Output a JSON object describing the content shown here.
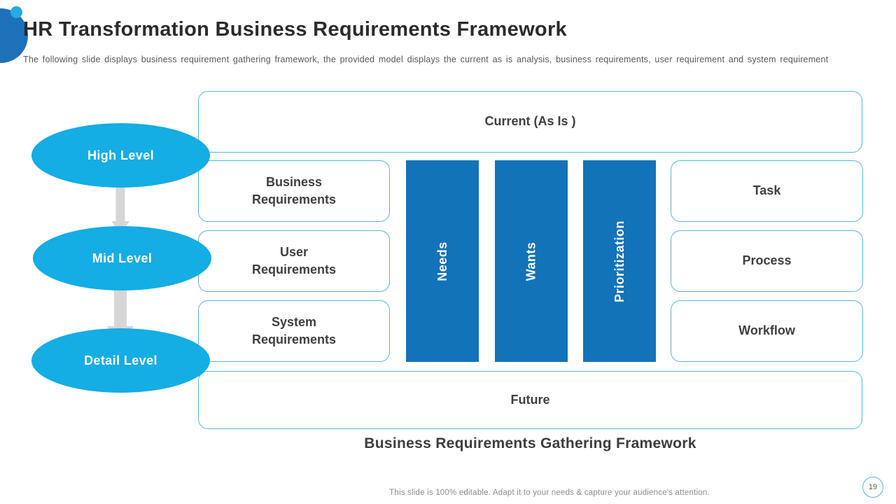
{
  "slide": {
    "title": "HR Transformation Business Requirements Framework",
    "subtitle": "The following slide displays business requirement gathering framework, the provided model displays the current as is analysis, business requirements, user requirement and system requirement",
    "footer_note": "This slide is 100% editable. Adapt it to your needs & capture your audience's attention.",
    "page_number": "19"
  },
  "diagram": {
    "caption": "Business Requirements Gathering Framework",
    "current_box": "Current (As Is )",
    "future_box": "Future",
    "levels": [
      {
        "label": "High Level"
      },
      {
        "label": "Mid Level"
      },
      {
        "label": "Detail Level"
      }
    ],
    "left_boxes": [
      {
        "label": "Business\nRequirements"
      },
      {
        "label": "User\nRequirements"
      },
      {
        "label": "System\nRequirements"
      }
    ],
    "pillars": [
      {
        "label": "Needs"
      },
      {
        "label": "Wants"
      },
      {
        "label": "Prioritization"
      }
    ],
    "right_boxes": [
      {
        "label": "Task"
      },
      {
        "label": "Process"
      },
      {
        "label": "Workflow"
      }
    ]
  },
  "colors": {
    "cyan": "#14ade4",
    "bar-blue": "#1273b8",
    "border-blue": "#54b8d8",
    "deco-blue": "#1d71b8",
    "deco-cyan": "#29a9e1",
    "text-dark": "#404040",
    "title-dark": "#2b2b2b",
    "subtitle-gray": "#595959",
    "footer-gray": "#8c8c8c",
    "arrow-gray": "#d6d6d6"
  }
}
